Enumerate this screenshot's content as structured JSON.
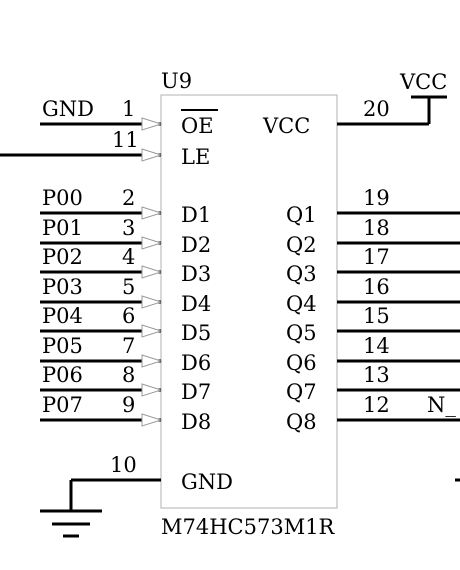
{
  "component": {
    "ref": "U9",
    "part": "M74HC573M1R"
  },
  "power": {
    "vcc_label": "VCC"
  },
  "left_pins": [
    {
      "net": "GND",
      "num": "1",
      "name": "OE",
      "overline": true
    },
    {
      "net": "",
      "num": "11",
      "name": "LE",
      "overline": false
    },
    {
      "net": "P00",
      "num": "2",
      "name": "D1",
      "overline": false
    },
    {
      "net": "P01",
      "num": "3",
      "name": "D2",
      "overline": false
    },
    {
      "net": "P02",
      "num": "4",
      "name": "D3",
      "overline": false
    },
    {
      "net": "P03",
      "num": "5",
      "name": "D4",
      "overline": false
    },
    {
      "net": "P04",
      "num": "6",
      "name": "D5",
      "overline": false
    },
    {
      "net": "P05",
      "num": "7",
      "name": "D6",
      "overline": false
    },
    {
      "net": "P06",
      "num": "8",
      "name": "D7",
      "overline": false
    },
    {
      "net": "P07",
      "num": "9",
      "name": "D8",
      "overline": false
    }
  ],
  "right_pins": [
    {
      "num": "20",
      "name": "VCC",
      "net": ""
    },
    {
      "num": "19",
      "name": "Q1",
      "net": ""
    },
    {
      "num": "18",
      "name": "Q2",
      "net": ""
    },
    {
      "num": "17",
      "name": "Q3",
      "net": ""
    },
    {
      "num": "16",
      "name": "Q4",
      "net": ""
    },
    {
      "num": "15",
      "name": "Q5",
      "net": ""
    },
    {
      "num": "14",
      "name": "Q6",
      "net": ""
    },
    {
      "num": "13",
      "name": "Q7",
      "net": ""
    },
    {
      "num": "12",
      "name": "Q8",
      "net": "N_"
    }
  ],
  "gnd_pin": {
    "num": "10",
    "name": "GND"
  }
}
